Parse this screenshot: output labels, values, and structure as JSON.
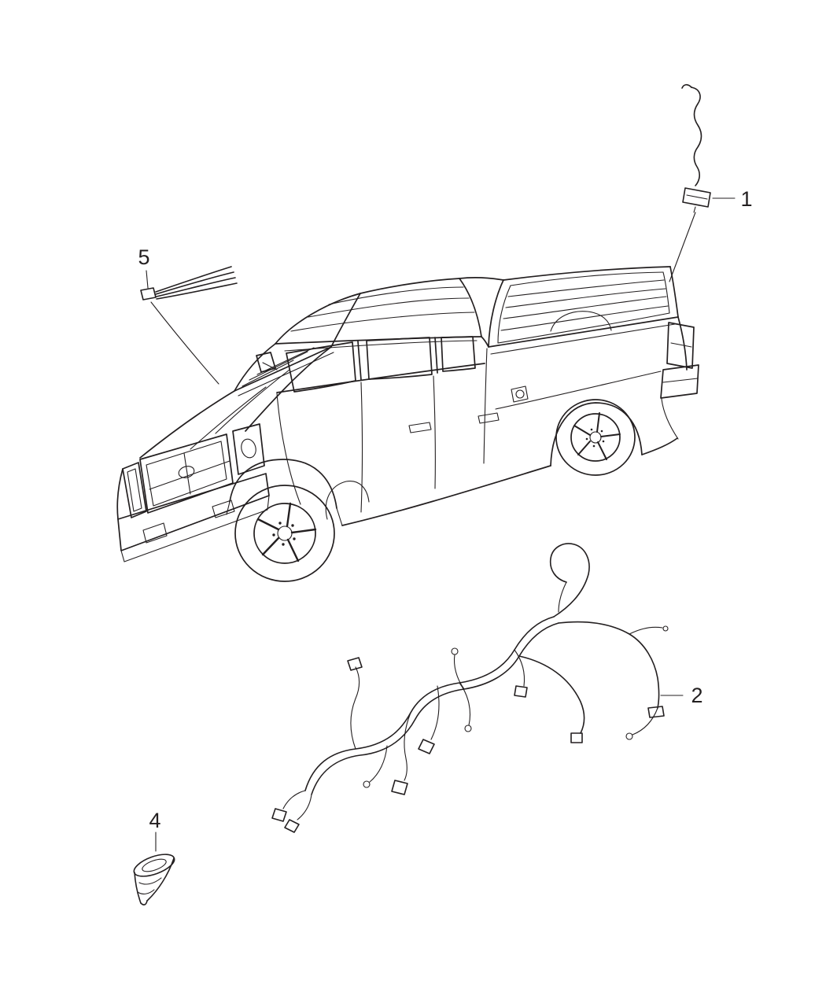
{
  "colors": {
    "ink": "#231f20",
    "background": "#ffffff"
  },
  "callouts": {
    "c1": {
      "label": "1"
    },
    "c2": {
      "label": "2"
    },
    "c4": {
      "label": "4"
    },
    "c5": {
      "label": "5"
    }
  }
}
